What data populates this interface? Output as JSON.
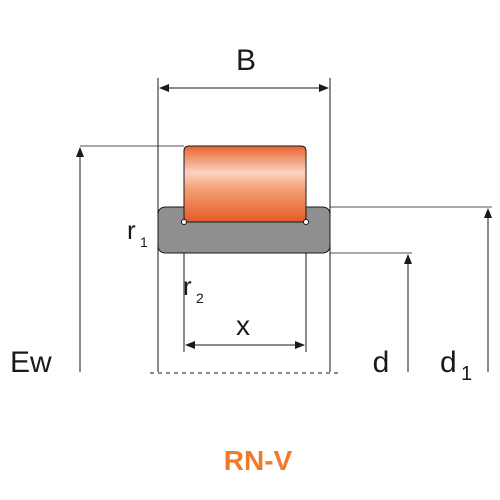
{
  "labels": {
    "B": "B",
    "r1_main": "r",
    "r1_sub": "1",
    "r2_main": "r",
    "r2_sub": "2",
    "x": "x",
    "Ew": "Ew",
    "d": "d",
    "d1_main": "d",
    "d1_sub": "1"
  },
  "title": "RN-V",
  "colors": {
    "roller_orange": "#f08a5a",
    "ring_gray": "#8f8f8f",
    "title_orange": "#f07a2a",
    "line": "#1a1a1a"
  }
}
